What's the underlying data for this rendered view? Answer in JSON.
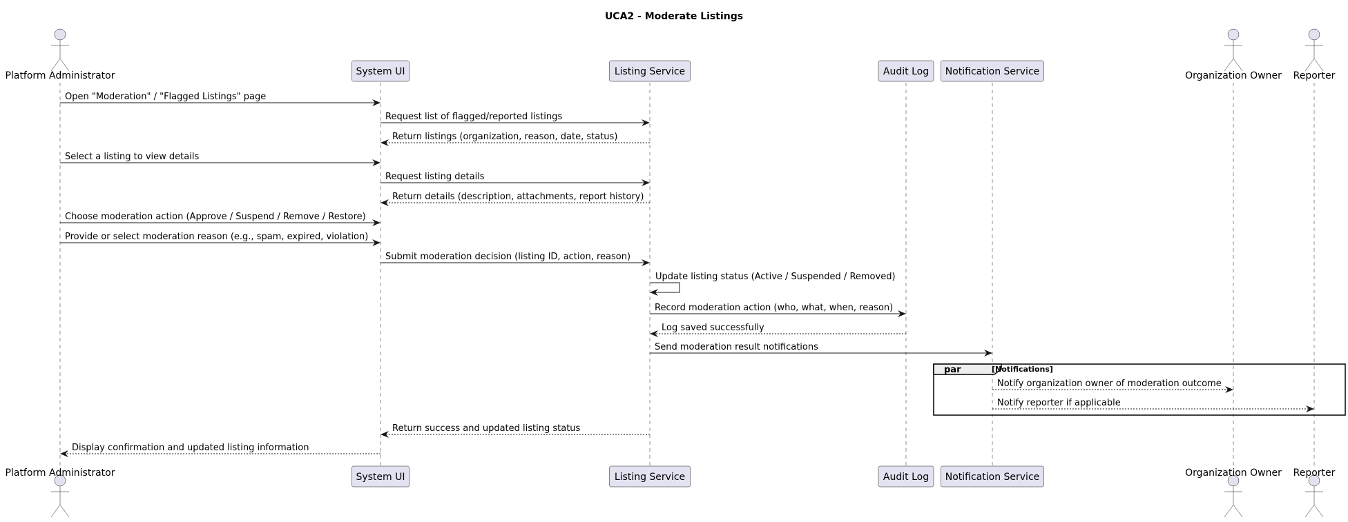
{
  "diagram": {
    "title": "UCA2 - Moderate Listings",
    "participants": [
      {
        "id": "admin",
        "label": "Platform Administrator",
        "kind": "actor"
      },
      {
        "id": "ui",
        "label": "System UI",
        "kind": "participant"
      },
      {
        "id": "listing",
        "label": "Listing Service",
        "kind": "participant"
      },
      {
        "id": "audit",
        "label": "Audit Log",
        "kind": "participant"
      },
      {
        "id": "notify",
        "label": "Notification Service",
        "kind": "participant"
      },
      {
        "id": "owner",
        "label": "Organization Owner",
        "kind": "actor"
      },
      {
        "id": "reporter",
        "label": "Reporter",
        "kind": "actor"
      }
    ],
    "messages": [
      {
        "from": "admin",
        "to": "ui",
        "text": "Open \"Moderation\" / \"Flagged Listings\" page",
        "style": "solid"
      },
      {
        "from": "ui",
        "to": "listing",
        "text": "Request list of flagged/reported listings",
        "style": "solid"
      },
      {
        "from": "listing",
        "to": "ui",
        "text": "Return listings (organization, reason, date, status)",
        "style": "dashed"
      },
      {
        "from": "admin",
        "to": "ui",
        "text": "Select a listing to view details",
        "style": "solid"
      },
      {
        "from": "ui",
        "to": "listing",
        "text": "Request listing details",
        "style": "solid"
      },
      {
        "from": "listing",
        "to": "ui",
        "text": "Return details (description, attachments, report history)",
        "style": "dashed"
      },
      {
        "from": "admin",
        "to": "ui",
        "text": "Choose moderation action (Approve / Suspend / Remove / Restore)",
        "style": "solid"
      },
      {
        "from": "admin",
        "to": "ui",
        "text": "Provide or select moderation reason (e.g., spam, expired, violation)",
        "style": "solid"
      },
      {
        "from": "ui",
        "to": "listing",
        "text": "Submit moderation decision (listing ID, action, reason)",
        "style": "solid"
      },
      {
        "from": "listing",
        "to": "listing",
        "text": "Update listing status (Active / Suspended / Removed)",
        "style": "solid"
      },
      {
        "from": "listing",
        "to": "audit",
        "text": "Record moderation action (who, what, when, reason)",
        "style": "solid"
      },
      {
        "from": "audit",
        "to": "listing",
        "text": "Log saved successfully",
        "style": "dashed"
      },
      {
        "from": "listing",
        "to": "notify",
        "text": "Send moderation result notifications",
        "style": "solid"
      },
      {
        "from": "notify",
        "to": "owner",
        "text": "Notify organization owner of moderation outcome",
        "style": "dashed"
      },
      {
        "from": "notify",
        "to": "reporter",
        "text": "Notify reporter if applicable",
        "style": "dashed"
      },
      {
        "from": "listing",
        "to": "ui",
        "text": "Return success and updated listing status",
        "style": "dashed"
      },
      {
        "from": "ui",
        "to": "admin",
        "text": "Display confirmation and updated listing information",
        "style": "dashed"
      }
    ],
    "fragment": {
      "keyword": "par",
      "condition": "[Notifications]"
    }
  }
}
